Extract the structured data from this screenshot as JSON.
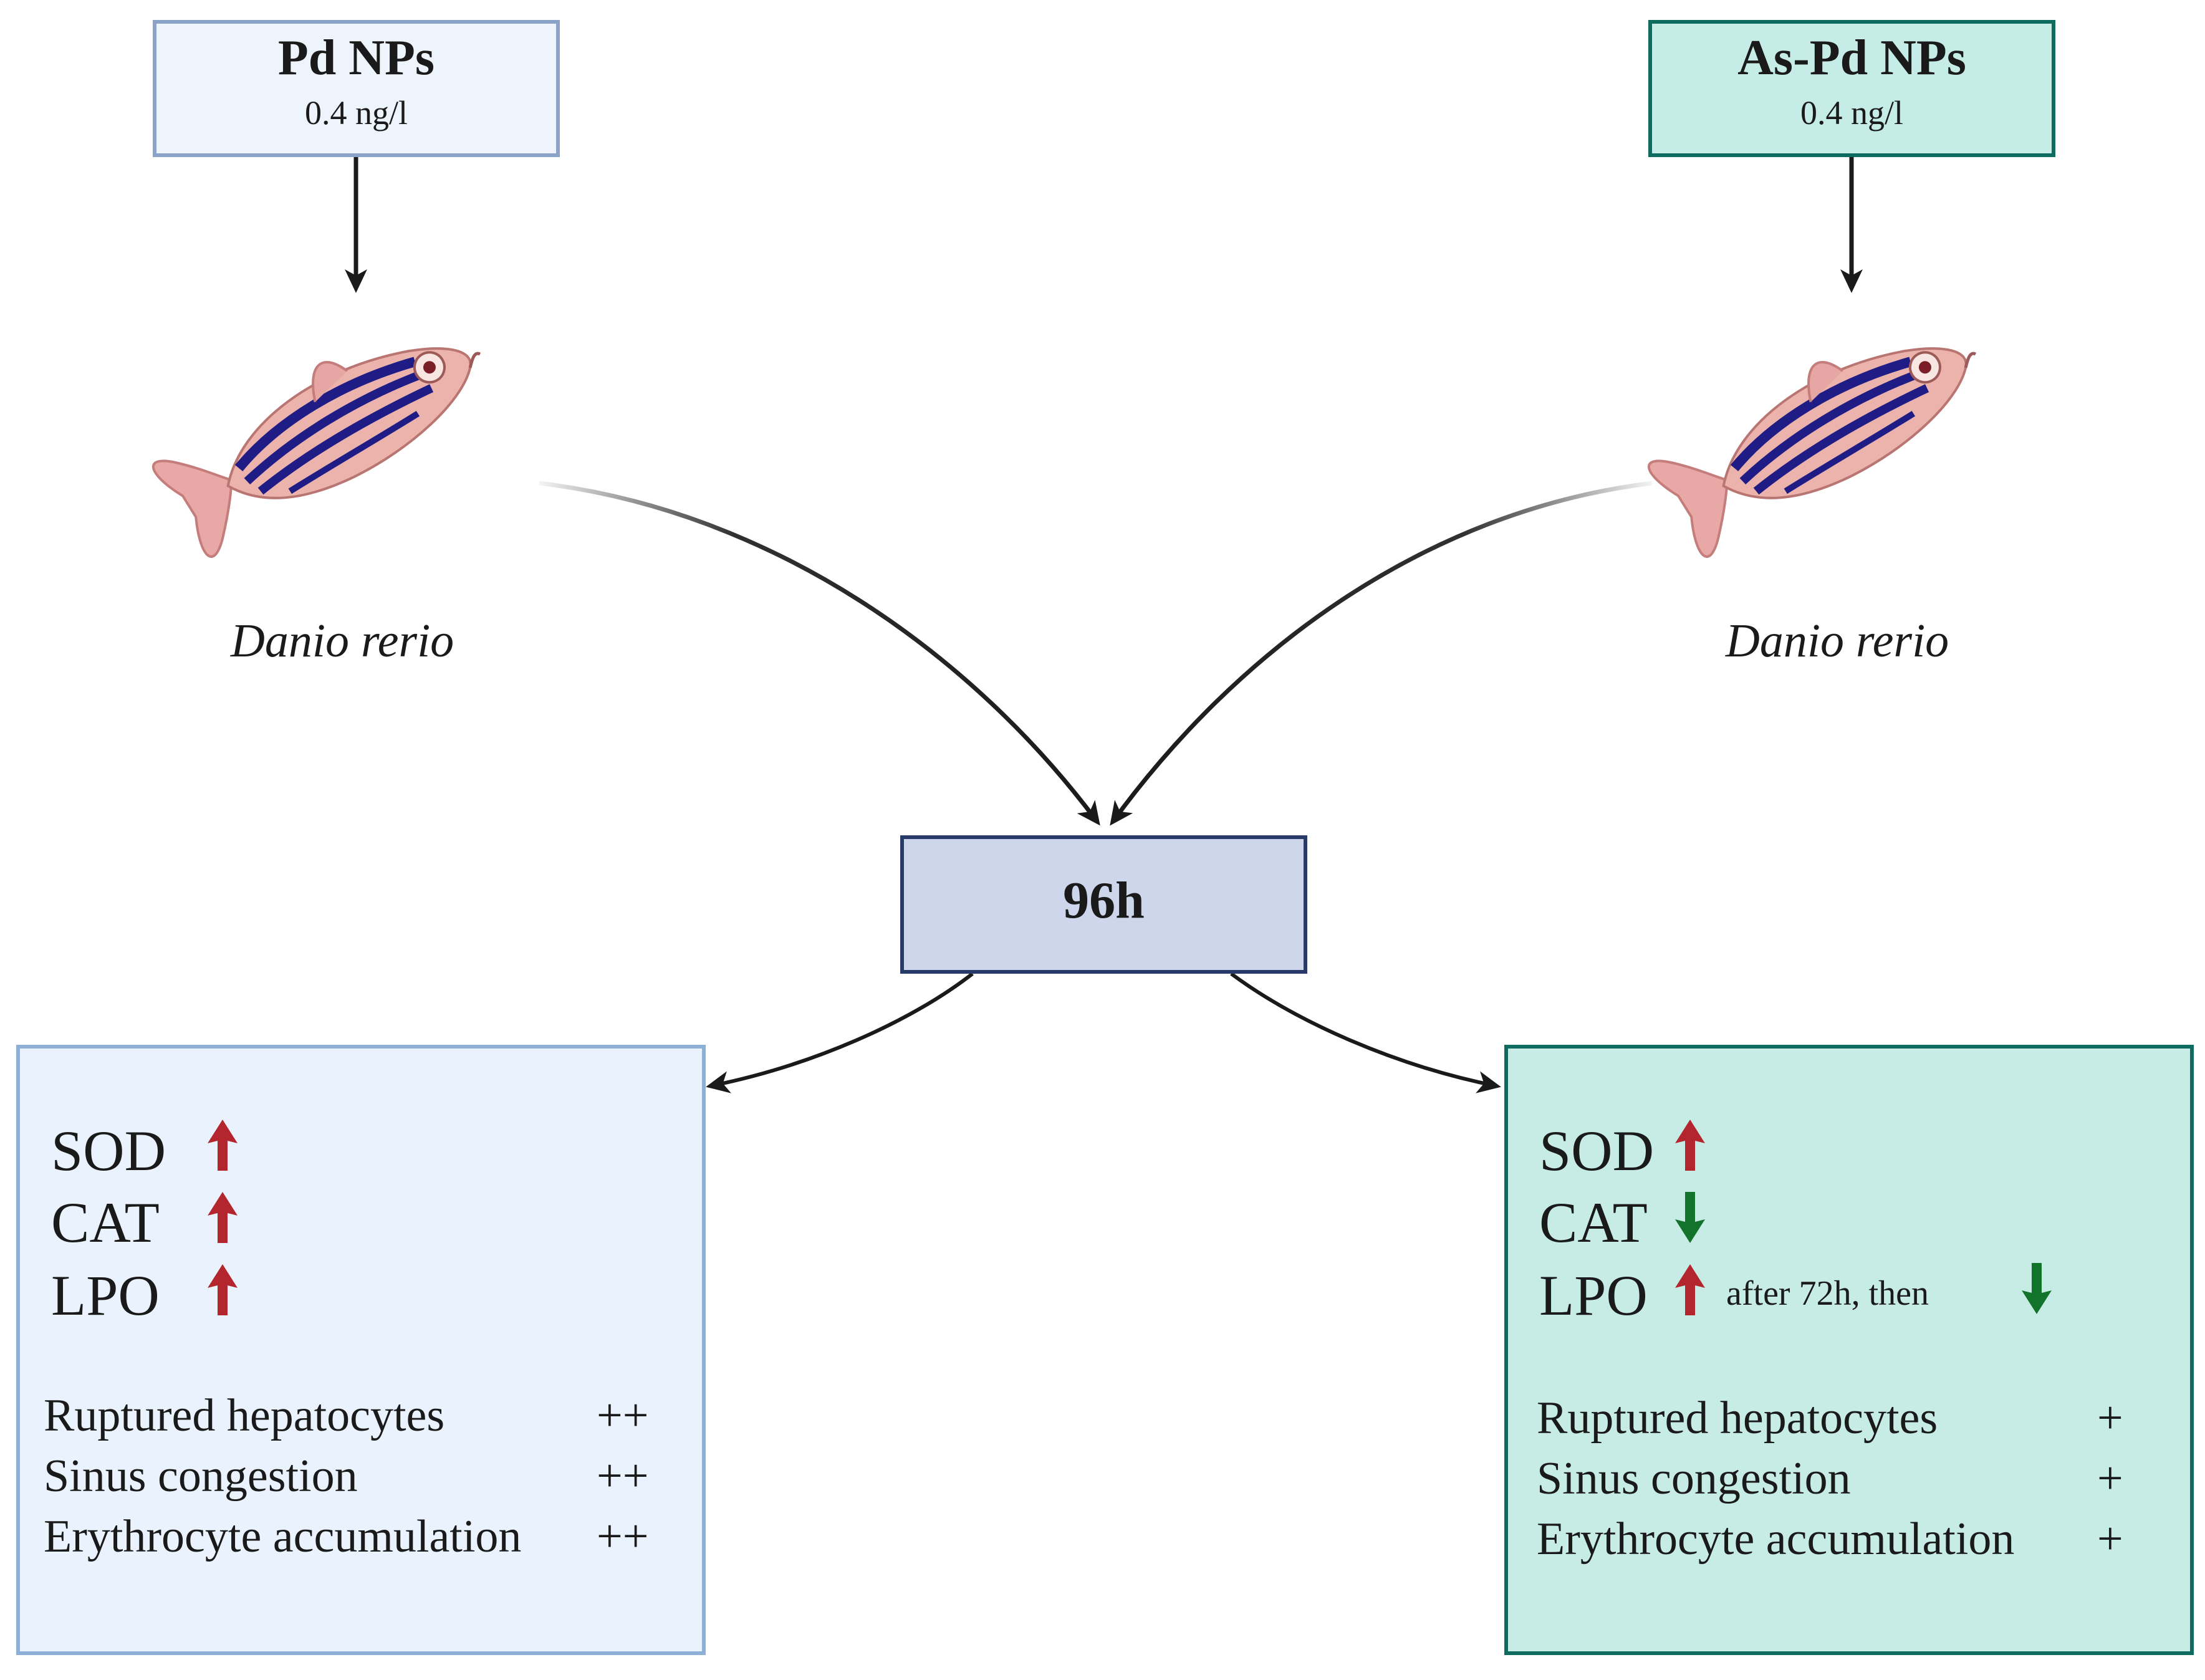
{
  "left_group": {
    "title": "Pd NPs",
    "dose": "0.4 ng/l",
    "species": "Danio rerio",
    "markers": [
      {
        "name": "SOD",
        "direction": "up"
      },
      {
        "name": "CAT",
        "direction": "up"
      },
      {
        "name": "LPO",
        "direction": "up"
      }
    ],
    "findings": [
      {
        "label": "Ruptured hepatocytes",
        "score": "++"
      },
      {
        "label": "Sinus congestion",
        "score": "++"
      },
      {
        "label": "Erythrocyte accumulation",
        "score": "++"
      }
    ]
  },
  "right_group": {
    "title": "As-Pd NPs",
    "dose": "0.4 ng/l",
    "species": "Danio rerio",
    "markers": [
      {
        "name": "SOD",
        "direction": "up"
      },
      {
        "name": "CAT",
        "direction": "down"
      },
      {
        "name": "LPO",
        "direction": "up",
        "note": "after 72h, then",
        "then_direction": "down"
      }
    ],
    "findings": [
      {
        "label": "Ruptured hepatocytes",
        "score": "+"
      },
      {
        "label": "Sinus congestion",
        "score": "+"
      },
      {
        "label": "Erythrocyte accumulation",
        "score": "+"
      }
    ]
  },
  "exposure": {
    "duration": "96h"
  },
  "colors": {
    "up_arrow": "#b3262e",
    "down_arrow": "#12742a",
    "left_accent": "#8aa3c6",
    "right_accent": "#0f6b5f",
    "center_accent": "#273a68"
  },
  "icons": [
    "zebrafish-icon",
    "up-arrow-icon",
    "down-arrow-icon"
  ]
}
